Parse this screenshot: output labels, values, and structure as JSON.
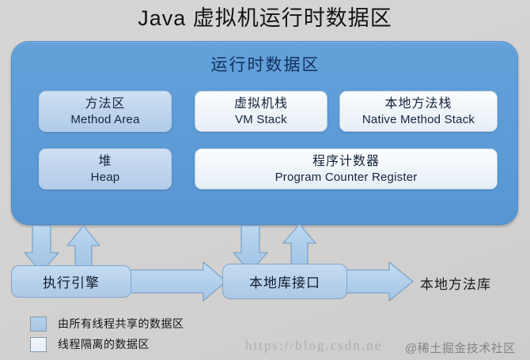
{
  "title": "Java 虚拟机运行时数据区",
  "runtime_area": {
    "heading": "运行时数据区",
    "regions": [
      {
        "cn": "方法区",
        "en": "Method Area",
        "kind": "shared"
      },
      {
        "cn": "虚拟机栈",
        "en": "VM Stack",
        "kind": "isolated"
      },
      {
        "cn": "本地方法栈",
        "en": "Native Method Stack",
        "kind": "isolated"
      },
      {
        "cn": "堆",
        "en": "Heap",
        "kind": "shared"
      },
      {
        "cn": "程序计数器",
        "en": "Program Counter Register",
        "kind": "isolated"
      }
    ]
  },
  "bottom": {
    "execution_engine": "执行引擎",
    "native_interface": "本地库接口",
    "native_library": "本地方法库"
  },
  "legend": [
    {
      "label": "由所有线程共享的数据区",
      "kind": "shared"
    },
    {
      "label": "线程隔离的数据区",
      "kind": "isolated"
    }
  ],
  "watermark": {
    "url": "https://blog.csdn.ne",
    "brand": "@稀土掘金技术社区"
  },
  "colors": {
    "container_blue": "#5e9dd8",
    "shared_fill": "#bdd4ec",
    "isolated_fill": "#eef4f9",
    "arrow_fill": "#a9c9e8",
    "arrow_stroke": "#7ba4cb",
    "background": "#d6d4d2",
    "heading_text": "#12305c"
  }
}
